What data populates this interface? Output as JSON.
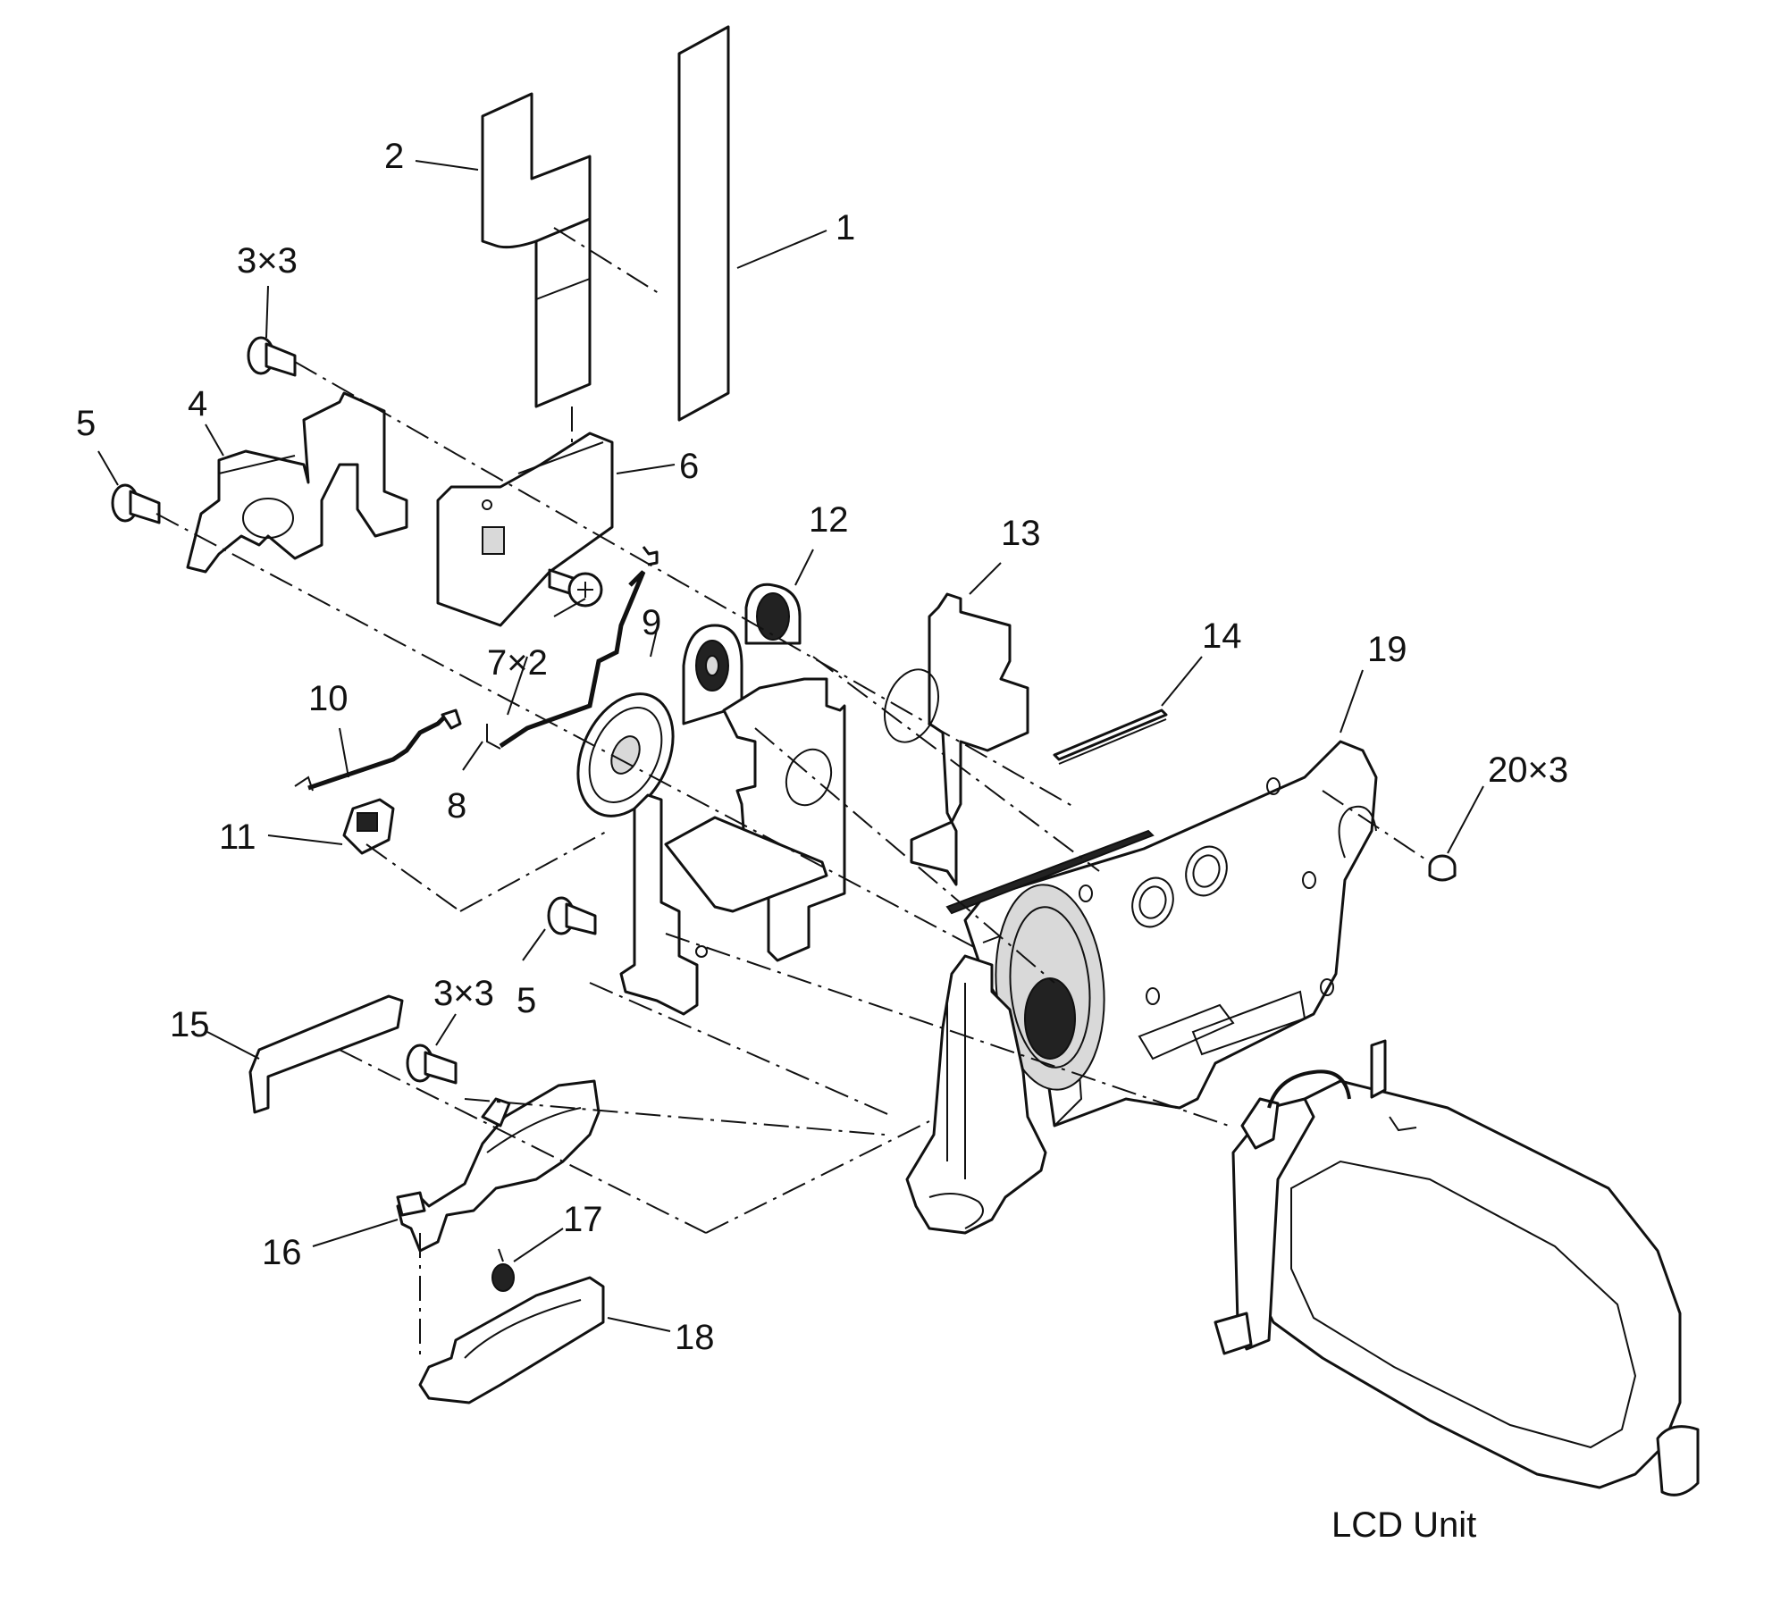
{
  "diagram": {
    "caption": "LCD Unit",
    "callouts": {
      "c1": "1",
      "c2": "2",
      "c3a": "3×3",
      "c3b": "3×3",
      "c4": "4",
      "c5a": "5",
      "c5b": "5",
      "c6": "6",
      "c7": "7×2",
      "c8": "8",
      "c9": "9",
      "c10": "10",
      "c11": "11",
      "c12": "12",
      "c13": "13",
      "c14": "14",
      "c15": "15",
      "c16": "16",
      "c17": "17",
      "c18": "18",
      "c19": "19",
      "c20": "20×3"
    }
  }
}
